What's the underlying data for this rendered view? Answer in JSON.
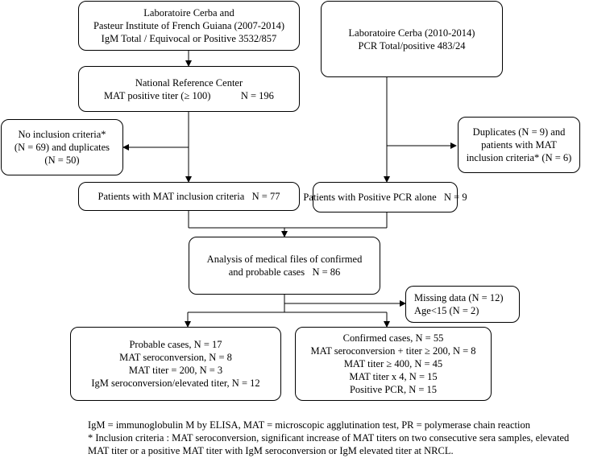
{
  "boxes": {
    "cerba_pasteur": {
      "lines": [
        "Laboratoire Cerba and",
        "Pasteur Institute of French Guiana (2007-2014)",
        "IgM   Total / Equivocal or Positive   3532/857"
      ]
    },
    "cerba_pcr": {
      "lines": [
        "Laboratoire Cerba (2010-2014)",
        "PCR   Total/positive   483/24"
      ]
    },
    "national_reference": {
      "lines": [
        "National Reference Center",
        "MAT positive titer (≥ 100)            N = 196"
      ]
    },
    "no_inclusion": {
      "lines": [
        "No inclusion criteria*",
        "(N = 69) and duplicates",
        "(N = 50)"
      ]
    },
    "duplicates": {
      "lines": [
        "Duplicates (N = 9) and",
        "patients with MAT",
        "inclusion criteria* (N = 6)"
      ]
    },
    "mat_inclusion": {
      "lines": [
        "Patients with MAT inclusion criteria   N = 77"
      ]
    },
    "pcr_alone": {
      "lines": [
        "Patients with Positive PCR alone   N = 9"
      ]
    },
    "analysis": {
      "lines": [
        "Analysis of medical files of confirmed",
        "and probable cases   N = 86"
      ]
    },
    "missing": {
      "lines": [
        "Missing data (N = 12)",
        "Age<15 (N = 2)"
      ]
    },
    "probable": {
      "lines": [
        "Probable cases, N = 17",
        "MAT seroconversion, N = 8",
        "MAT titer = 200, N = 3",
        "IgM seroconversion/elevated titer, N = 12"
      ]
    },
    "confirmed": {
      "lines": [
        "Confirmed cases, N = 55",
        "MAT seroconversion + titer ≥ 200, N = 8",
        "MAT titer ≥ 400, N = 45",
        "MAT titer x 4, N = 15",
        "Positive PCR, N = 15"
      ]
    }
  },
  "footnotes": [
    "IgM = immunoglobulin M by ELISA, MAT = microscopic agglutination test, PR = polymerase chain reaction",
    "* Inclusion criteria : MAT seroconversion, significant increase of MAT titers on two consecutive sera samples, elevated",
    "MAT titer or a positive MAT titer with IgM seroconversion or IgM elevated titer at NRCL."
  ]
}
